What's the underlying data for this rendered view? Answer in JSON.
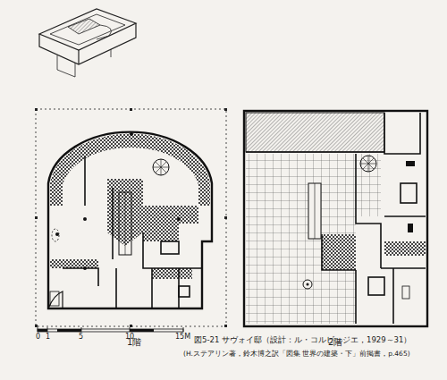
{
  "diagram": {
    "caption": "図5-21 サヴォイ邸（設計：ル・コルビュジエ，1929～31）",
    "labels": [
      "1階",
      "2階",
      "0",
      "1",
      "5",
      "10",
      "15M",
      "(H.ステアリン著，鈴木博之訳「図集 世界の建築・下」前掲書，p.465)"
    ]
  }
}
